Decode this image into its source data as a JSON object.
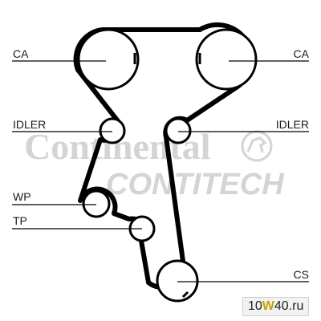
{
  "labels": {
    "ca_left": "CA",
    "ca_right": "CA",
    "idler_left": "IDLER",
    "idler_right": "IDLER",
    "wp": "WP",
    "tp": "TP",
    "cs": "CS"
  },
  "watermark": {
    "line1": "Continental",
    "line2": "CONTITECH"
  },
  "badge": {
    "prefix": "10",
    "accent": "W",
    "suffix": "40.ru"
  },
  "colors": {
    "belt": "#000000",
    "accent": "#c8a000"
  }
}
